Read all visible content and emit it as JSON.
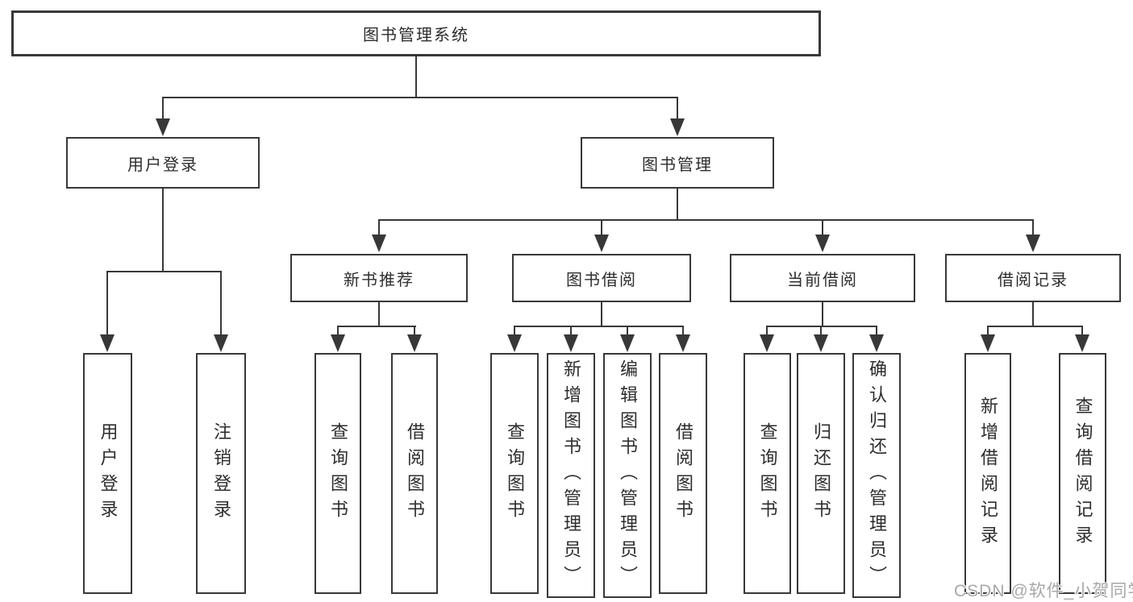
{
  "diagram": {
    "root": {
      "label": "图书管理系统"
    },
    "level2": [
      {
        "label": "用户登录",
        "leaves": [
          "用户登录",
          "注销登录"
        ]
      },
      {
        "label": "图书管理"
      }
    ],
    "level3": [
      {
        "label": "新书推荐",
        "leaves": [
          "查询图书",
          "借阅图书"
        ]
      },
      {
        "label": "图书借阅",
        "leaves": [
          "查询图书",
          "新增图书（管理员）",
          "编辑图书（管理员）",
          "借阅图书"
        ]
      },
      {
        "label": "当前借阅",
        "leaves": [
          "查询图书",
          "归还图书",
          "确认归还（管理员）"
        ]
      },
      {
        "label": "借阅记录",
        "leaves": [
          "新增借阅记录",
          "查询借阅记录"
        ]
      }
    ]
  },
  "watermark": {
    "text": "CSDN @软件_小贺同学"
  },
  "colors": {
    "line": "#383838",
    "box_border": "#383838",
    "text": "#2d2d2d",
    "watermark": "#a8a8a8",
    "background": "#ffffff"
  }
}
